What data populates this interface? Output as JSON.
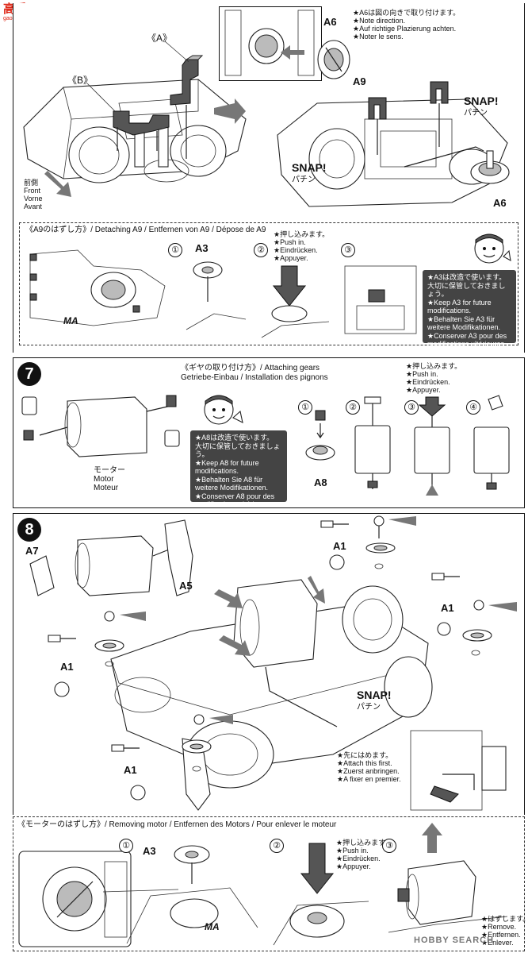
{
  "watermark": {
    "logo_text": "高手网",
    "url_text": "gaoshou.com",
    "corner_text": "HOBBY SEARCH"
  },
  "top": {
    "parts": {
      "a": "《A》",
      "b": "《B》",
      "a6": "A6",
      "a6_lower": "A6",
      "a9": "A9"
    },
    "front": [
      "前側",
      "Front",
      "Vorne",
      "Avant"
    ],
    "a6_note": [
      "★A6は図の向きで取り付けます。",
      "★Note direction.",
      "★Auf richtige Plazierung achten.",
      "★Noter le sens."
    ],
    "snap_right": {
      "en": "SNAP!",
      "jp": "パチン"
    },
    "snap_left": {
      "en": "SNAP!",
      "jp": "パチン"
    }
  },
  "a9_panel": {
    "heading": "《A9のはずし方》/ Detaching A9 / Entfernen von A9 / Dépose de A9",
    "steps": [
      "①",
      "②",
      "③"
    ],
    "a3_label": "A3",
    "push": [
      "★押し込みます。",
      "★Push in.",
      "★Eindrücken.",
      "★Appuyer."
    ],
    "keep": [
      "★A3は改造で使います。",
      "大切に保管しておきましょう。",
      "★Keep A3 for future",
      "modifications.",
      "★Behalten Sie A3 für",
      "weitere Modifikationen.",
      "★Conserver A3 pour des",
      "modifications ultérieures."
    ],
    "body_logo": "MA"
  },
  "step7": {
    "number": "7",
    "heading_1": "《ギヤの取り付け方》/ Attaching gears",
    "heading_2": "Getriebe-Einbau / Installation des pignons",
    "motor": [
      "モーター",
      "Motor",
      "Moteur"
    ],
    "keep": [
      "★A8は改造で使います。",
      "大切に保管しておきましょう。",
      "★Keep A8 for future",
      "modifications.",
      "★Behalten Sie A8 für",
      "weitere Modifikationen.",
      "★Conserver A8 pour des",
      "modifications ultérieures."
    ],
    "push": [
      "★押し込みます。",
      "★Push in.",
      "★Eindrücken.",
      "★Appuyer."
    ],
    "a8_label": "A8",
    "steps": [
      "①",
      "②",
      "③",
      "④"
    ]
  },
  "step8": {
    "number": "8",
    "a7": "A7",
    "a5": "A5",
    "a1": [
      "A1",
      "A1",
      "A1",
      "A1"
    ],
    "snap": {
      "en": "SNAP!",
      "jp": "パチン"
    },
    "attach": [
      "★先にはめます。",
      "★Attach this first.",
      "★Zuerst anbringen.",
      "★A fixer en premier."
    ]
  },
  "motor_panel": {
    "heading": "《モーターのはずし方》/ Removing motor / Entfernen des Motors / Pour enlever le moteur",
    "steps": [
      "①",
      "②",
      "③"
    ],
    "a3_label": "A3",
    "push": [
      "★押し込みます。",
      "★Push in.",
      "★Eindrücken.",
      "★Appuyer."
    ],
    "remove": [
      "★はずします。",
      "★Remove.",
      "★Entfernen.",
      "★Enlever."
    ],
    "body_logo": "MA"
  }
}
